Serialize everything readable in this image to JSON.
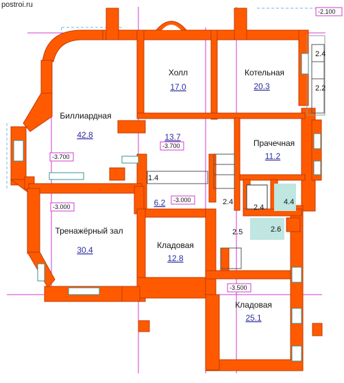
{
  "site": {
    "watermark": "postroi.ru"
  },
  "rooms": [
    {
      "id": "hall",
      "name": "Холл",
      "area": "17.0"
    },
    {
      "id": "boiler",
      "name": "Котельная",
      "area": "20.3"
    },
    {
      "id": "billiard",
      "name": "Биллиардная",
      "area": "42.8"
    },
    {
      "id": "corridor",
      "name": "",
      "area": "13.7"
    },
    {
      "id": "laundry",
      "name": "Прачечная",
      "area": "11.2"
    },
    {
      "id": "gym",
      "name": "Тренажёрный зал",
      "area": "30.4"
    },
    {
      "id": "storage1",
      "name": "Кладовая",
      "area": "12.8"
    },
    {
      "id": "storage2",
      "name": "Кладовая",
      "area": "25.1"
    },
    {
      "id": "vestibule",
      "name": "",
      "area": "6.2"
    }
  ],
  "small_areas": [
    "2.4",
    "2.2",
    "1.4",
    "2.4",
    "2.4",
    "4.4",
    "2.5",
    "2.6"
  ],
  "levels": [
    "-2.100",
    "-3.700",
    "-3.700",
    "-3.000",
    "-3.000",
    "-3.500"
  ],
  "colors": {
    "wall": "#ff5a00",
    "wall_edge": "#c23a00",
    "window": "#7fc7c7",
    "guide": "#d33ad3",
    "tile": "#9ad7d0"
  }
}
